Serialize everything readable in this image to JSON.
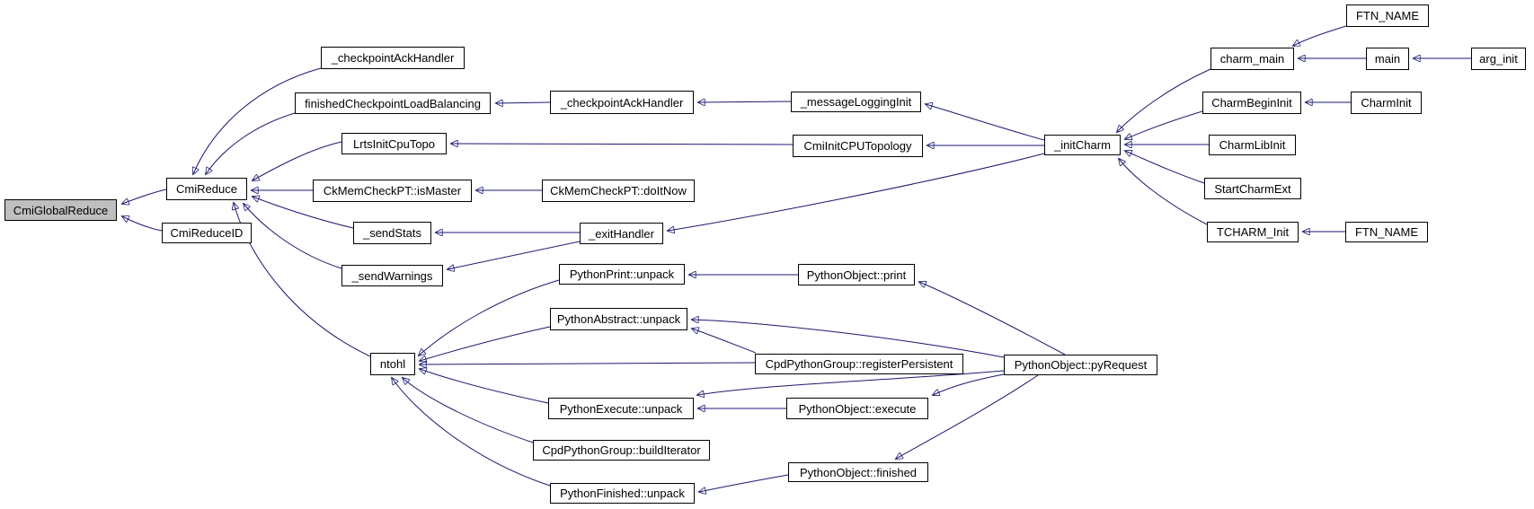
{
  "diagram": {
    "type": "doxygen-caller-graph",
    "colors": {
      "edge": "#191970",
      "node_border": "#000000",
      "node_fill": "#ffffff",
      "highlight_fill": "#bfbfbf",
      "text": "#000000",
      "background": "#ffffff"
    },
    "nodes": [
      {
        "label": "CmiGlobalReduce",
        "highlighted": true
      },
      {
        "label": "CmiReduce",
        "highlighted": false
      },
      {
        "label": "CmiReduceID",
        "highlighted": false
      },
      {
        "label": "_checkpointAckHandler",
        "highlighted": false
      },
      {
        "label": "finishedCheckpointLoadBalancing",
        "highlighted": false
      },
      {
        "label": "LrtsInitCpuTopo",
        "highlighted": false
      },
      {
        "label": "CkMemCheckPT::isMaster",
        "highlighted": false
      },
      {
        "label": "_sendStats",
        "highlighted": false
      },
      {
        "label": "_sendWarnings",
        "highlighted": false
      },
      {
        "label": "ntohl",
        "highlighted": false
      },
      {
        "label": "_checkpointAckHandler",
        "highlighted": false
      },
      {
        "label": "CkMemCheckPT::doItNow",
        "highlighted": false
      },
      {
        "label": "_exitHandler",
        "highlighted": false
      },
      {
        "label": "PythonPrint::unpack",
        "highlighted": false
      },
      {
        "label": "PythonAbstract::unpack",
        "highlighted": false
      },
      {
        "label": "PythonExecute::unpack",
        "highlighted": false
      },
      {
        "label": "CpdPythonGroup::buildIterator",
        "highlighted": false
      },
      {
        "label": "PythonFinished::unpack",
        "highlighted": false
      },
      {
        "label": "_messageLoggingInit",
        "highlighted": false
      },
      {
        "label": "CmiInitCPUTopology",
        "highlighted": false
      },
      {
        "label": "PythonObject::print",
        "highlighted": false
      },
      {
        "label": "CpdPythonGroup::registerPersistent",
        "highlighted": false
      },
      {
        "label": "PythonObject::execute",
        "highlighted": false
      },
      {
        "label": "PythonObject::finished",
        "highlighted": false
      },
      {
        "label": "_initCharm",
        "highlighted": false
      },
      {
        "label": "PythonObject::pyRequest",
        "highlighted": false
      },
      {
        "label": "charm_main",
        "highlighted": false
      },
      {
        "label": "CharmBeginInit",
        "highlighted": false
      },
      {
        "label": "CharmLibInit",
        "highlighted": false
      },
      {
        "label": "StartCharmExt",
        "highlighted": false
      },
      {
        "label": "TCHARM_Init",
        "highlighted": false
      },
      {
        "label": "FTN_NAME",
        "highlighted": false
      },
      {
        "label": "main",
        "highlighted": false
      },
      {
        "label": "CharmInit",
        "highlighted": false
      },
      {
        "label": "FTN_NAME",
        "highlighted": false
      },
      {
        "label": "arg_init",
        "highlighted": false
      }
    ],
    "edges": [
      {
        "from": "CmiReduce",
        "to": "CmiGlobalReduce"
      },
      {
        "from": "CmiReduceID",
        "to": "CmiGlobalReduce"
      },
      {
        "from": "_checkpointAckHandler",
        "to": "CmiReduce"
      },
      {
        "from": "finishedCheckpointLoadBalancing",
        "to": "CmiReduce"
      },
      {
        "from": "LrtsInitCpuTopo",
        "to": "CmiReduce"
      },
      {
        "from": "CkMemCheckPT::isMaster",
        "to": "CmiReduce"
      },
      {
        "from": "_sendStats",
        "to": "CmiReduce"
      },
      {
        "from": "_sendWarnings",
        "to": "CmiReduce"
      },
      {
        "from": "ntohl",
        "to": "CmiReduce"
      },
      {
        "from": "_checkpointAckHandler#2",
        "to": "finishedCheckpointLoadBalancing"
      },
      {
        "from": "_messageLoggingInit",
        "to": "_checkpointAckHandler#2"
      },
      {
        "from": "CmiInitCPUTopology",
        "to": "LrtsInitCpuTopo"
      },
      {
        "from": "CkMemCheckPT::doItNow",
        "to": "CkMemCheckPT::isMaster"
      },
      {
        "from": "_exitHandler",
        "to": "_sendStats"
      },
      {
        "from": "_exitHandler",
        "to": "_sendWarnings"
      },
      {
        "from": "_initCharm",
        "to": "_messageLoggingInit"
      },
      {
        "from": "_initCharm",
        "to": "CmiInitCPUTopology"
      },
      {
        "from": "_initCharm",
        "to": "_exitHandler"
      },
      {
        "from": "charm_main",
        "to": "_initCharm"
      },
      {
        "from": "CharmBeginInit",
        "to": "_initCharm"
      },
      {
        "from": "CharmLibInit",
        "to": "_initCharm"
      },
      {
        "from": "StartCharmExt",
        "to": "_initCharm"
      },
      {
        "from": "TCHARM_Init",
        "to": "_initCharm"
      },
      {
        "from": "FTN_NAME",
        "to": "charm_main"
      },
      {
        "from": "main",
        "to": "charm_main"
      },
      {
        "from": "arg_init",
        "to": "main"
      },
      {
        "from": "CharmInit",
        "to": "CharmBeginInit"
      },
      {
        "from": "FTN_NAME#2",
        "to": "TCHARM_Init"
      },
      {
        "from": "PythonPrint::unpack",
        "to": "ntohl"
      },
      {
        "from": "PythonAbstract::unpack",
        "to": "ntohl"
      },
      {
        "from": "CpdPythonGroup::registerPersistent",
        "to": "ntohl"
      },
      {
        "from": "PythonExecute::unpack",
        "to": "ntohl"
      },
      {
        "from": "CpdPythonGroup::buildIterator",
        "to": "ntohl"
      },
      {
        "from": "PythonFinished::unpack",
        "to": "ntohl"
      },
      {
        "from": "PythonObject::print",
        "to": "PythonPrint::unpack"
      },
      {
        "from": "PythonObject::pyRequest",
        "to": "PythonObject::print"
      },
      {
        "from": "CpdPythonGroup::registerPersistent",
        "to": "PythonAbstract::unpack"
      },
      {
        "from": "PythonObject::pyRequest",
        "to": "PythonAbstract::unpack"
      },
      {
        "from": "PythonObject::execute",
        "to": "PythonExecute::unpack"
      },
      {
        "from": "PythonObject::pyRequest",
        "to": "PythonExecute::unpack"
      },
      {
        "from": "PythonObject::pyRequest",
        "to": "PythonObject::execute"
      },
      {
        "from": "PythonObject::pyRequest",
        "to": "PythonObject::finished"
      },
      {
        "from": "PythonObject::finished",
        "to": "PythonFinished::unpack"
      }
    ]
  }
}
